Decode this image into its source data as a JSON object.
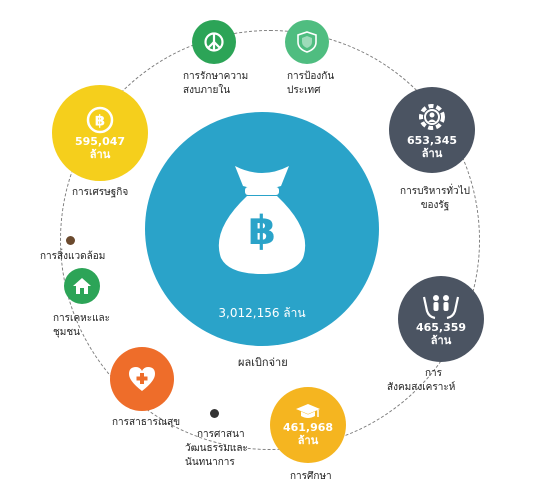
{
  "center": {
    "amount": "3,012,156 ล้าน",
    "caption": "ผลเบิกจ่าย",
    "symbol": "฿",
    "color": "#2aa3c9"
  },
  "categories": {
    "internal_security": {
      "label_line1": "การรักษาความ",
      "label_line2": "สงบภายใน",
      "icon": "peace-icon",
      "color": "#2ca457"
    },
    "defense": {
      "label_line1": "การป้องกัน",
      "label_line2": "ประเทศ",
      "icon": "shield-icon",
      "color": "#4fbd80"
    },
    "general_admin": {
      "amount": "653,345",
      "unit": "ล้าน",
      "label_line1": "การบริหารทั่วไป",
      "label_line2": "ของรัฐ",
      "icon": "gear-people-icon",
      "color": "#4b5462"
    },
    "social_protection": {
      "amount": "465,359",
      "unit": "ล้าน",
      "label_line1": "การ",
      "label_line2": "สังคมสงเคราะห์",
      "icon": "family-hands-icon",
      "color": "#4b5462"
    },
    "education": {
      "amount": "461,968",
      "unit": "ล้าน",
      "label": "การศึกษา",
      "icon": "graduation-cap-icon",
      "color": "#f5b520"
    },
    "religion_culture": {
      "label_line1": "การศาสนา",
      "label_line2": "วัฒนธรรมและ",
      "label_line3": "นันทนาการ",
      "color": "#333333"
    },
    "public_health": {
      "label": "การสาธารณสุข",
      "icon": "heart-cross-icon",
      "color": "#ee6d2a"
    },
    "housing": {
      "label_line1": "การเคหะและ",
      "label_line2": "ชุมชน",
      "icon": "house-icon",
      "color": "#2ca457"
    },
    "environment": {
      "label": "การสิ่งแวดล้อม",
      "color": "#6b4a2e"
    },
    "economic": {
      "amount": "595,047",
      "unit": "ล้าน",
      "label": "การเศรษฐกิจ",
      "icon": "coin-icon",
      "color": "#f5cf1c"
    }
  }
}
